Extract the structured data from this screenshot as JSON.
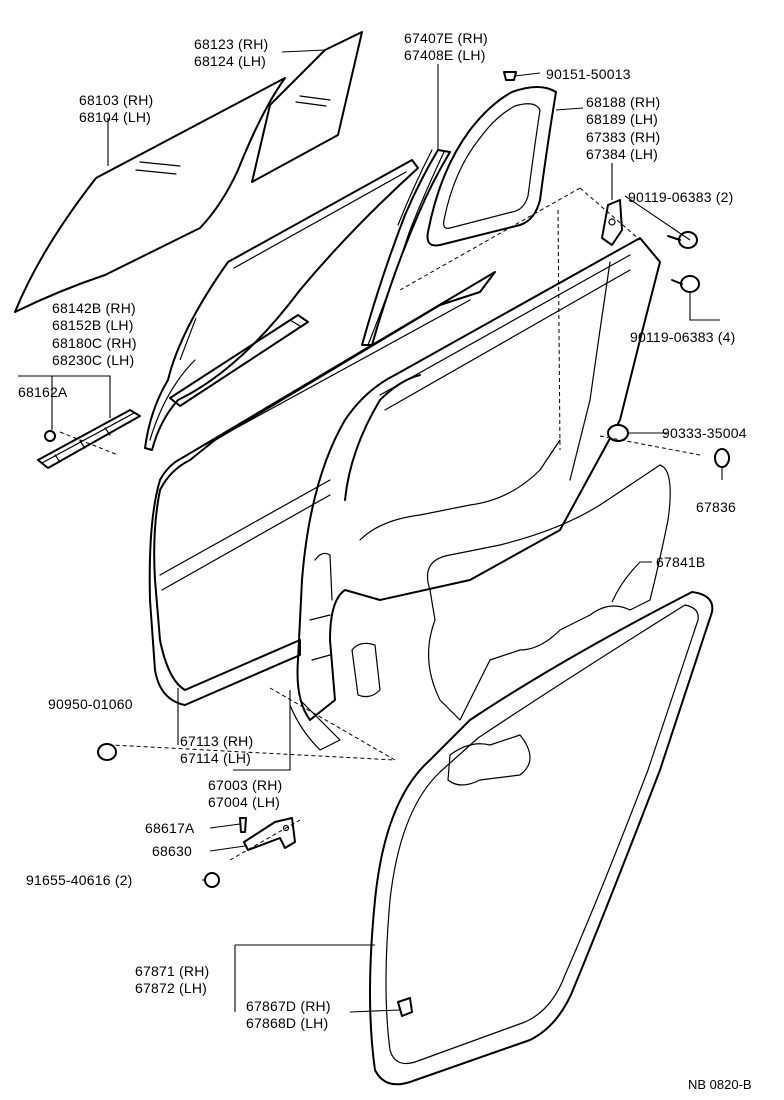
{
  "labels": {
    "p68123": "68123 (RH)",
    "p68124": "68124 (LH)",
    "p67407e": "67407E (RH)",
    "p67408e": "67408E (LH)",
    "p90151": "90151-50013",
    "p68103": "68103 (RH)",
    "p68104": "68104 (LH)",
    "p68188": "68188 (RH)",
    "p68189": "68189 (LH)",
    "p67383": "67383 (RH)",
    "p67384": "67384 (LH)",
    "p90119a": "90119-06383 (2)",
    "p90119b": "90119-06383 (4)",
    "p68142b": "68142B (RH)",
    "p68152b": "68152B (LH)",
    "p68180c": "68180C (RH)",
    "p68230c": "68230C (LH)",
    "p68162a": "68162A",
    "p90333": "90333-35004",
    "p67836": "67836",
    "p67841b": "67841B",
    "p90950": "90950-01060",
    "p67113": "67113 (RH)",
    "p67114": "67114 (LH)",
    "p67003": "67003 (RH)",
    "p67004": "67004 (LH)",
    "p68617a": "68617A",
    "p68630": "68630",
    "p91655": "91655-40616 (2)",
    "p67871": "67871 (RH)",
    "p67872": "67872 (LH)",
    "p67867d": "67867D (RH)",
    "p67868d": "67868D (LH)"
  },
  "footer": {
    "code": "NB  0820-B"
  }
}
